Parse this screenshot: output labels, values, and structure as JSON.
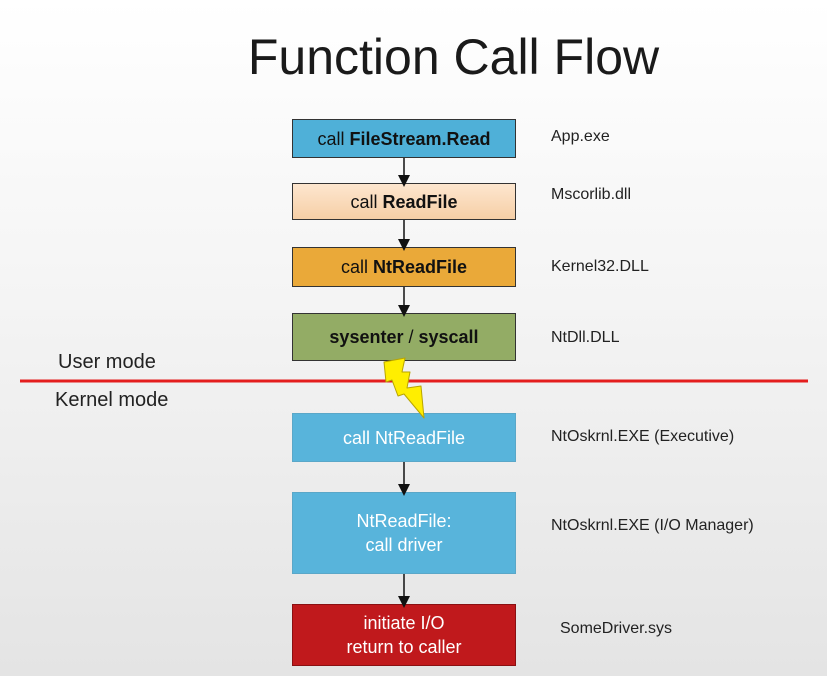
{
  "title": "Function Call Flow",
  "modes": {
    "user": "User mode",
    "kernel": "Kernel mode"
  },
  "boxes": [
    {
      "prefix": "call ",
      "bold": "FileStream.Read",
      "module": "App.exe"
    },
    {
      "prefix": "call ",
      "bold": "ReadFile",
      "module": "Mscorlib.dll"
    },
    {
      "prefix": "call ",
      "bold": "NtReadFile",
      "module": "Kernel32.DLL"
    },
    {
      "prefix": "",
      "bold": "sysenter",
      "suffix": " / ",
      "bold2": "syscall",
      "module": "NtDll.DLL"
    },
    {
      "text": "call NtReadFile",
      "module": "NtOskrnl.EXE (Executive)"
    },
    {
      "line1": "NtReadFile:",
      "line2": "call driver",
      "module": "NtOskrnl.EXE (I/O Manager)"
    },
    {
      "line1": "initiate I/O",
      "line2": "return to caller",
      "module": "SomeDriver.sys"
    }
  ],
  "colors": {
    "boundary_line": "#e41e1e",
    "lightning": "#ffee00"
  }
}
